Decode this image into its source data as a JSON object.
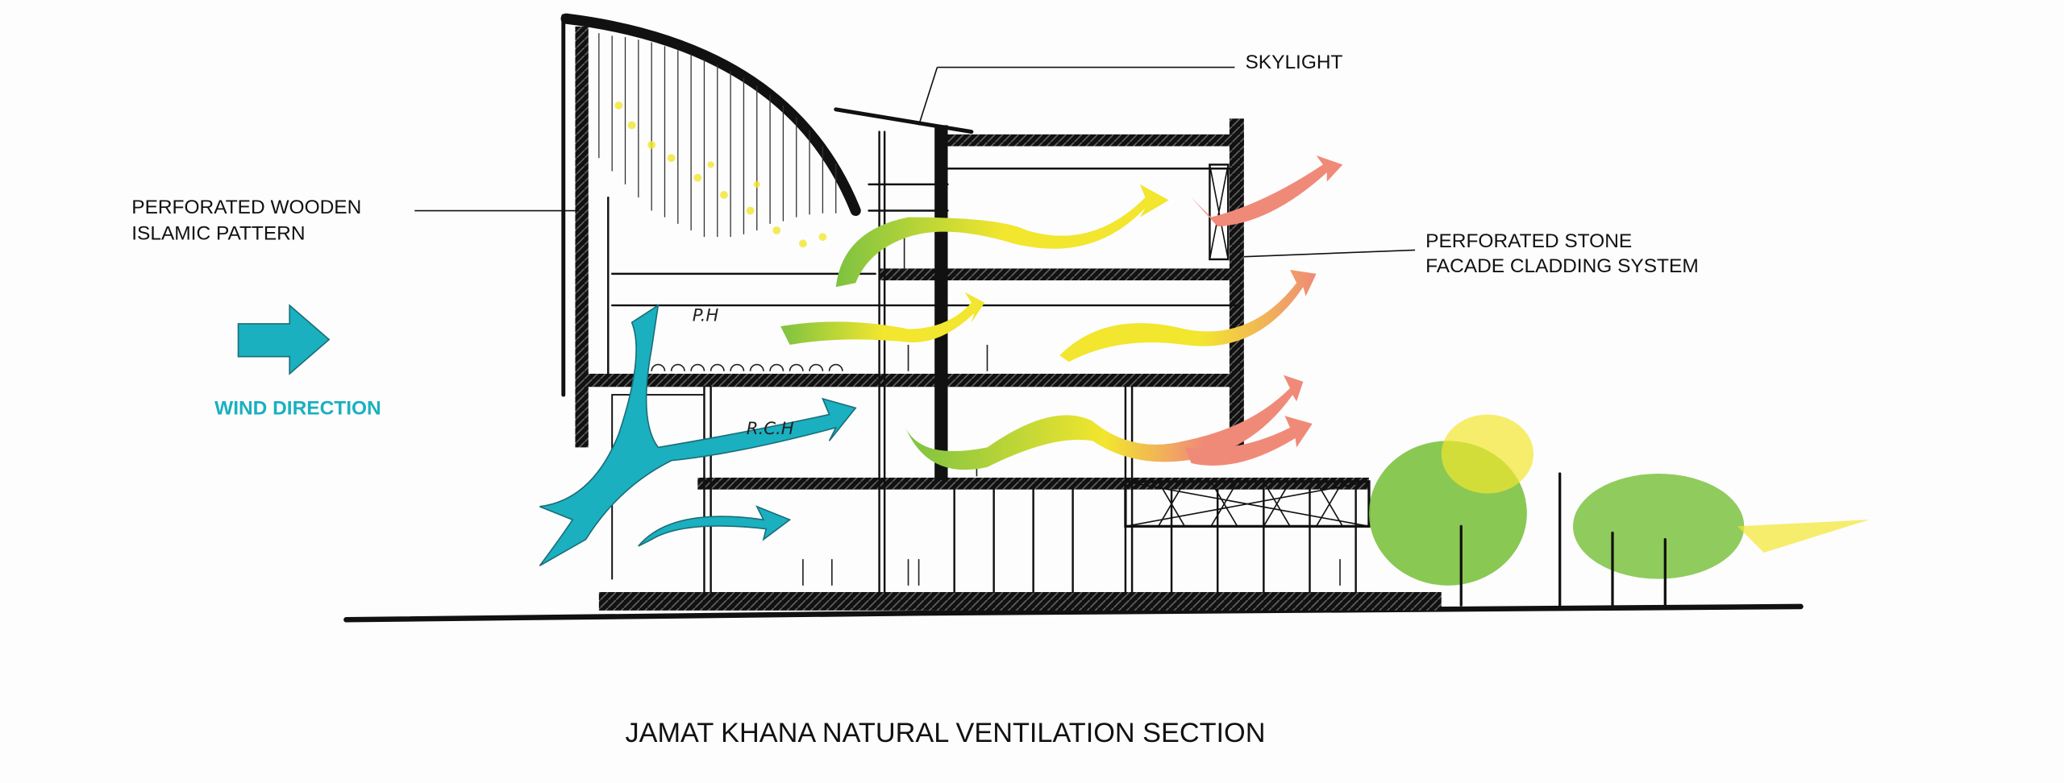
{
  "title": "JAMAT KHANA NATURAL VENTILATION SECTION",
  "labels": {
    "skylight": "SKYLIGHT",
    "wooden_line1": "PERFORATED WOODEN",
    "wooden_line2": "ISLAMIC PATTERN",
    "stone_line1": "PERFORATED STONE",
    "stone_line2": "FACADE CLADDING SYSTEM",
    "wind_direction": "WIND DIRECTION",
    "room_upper": "P.H",
    "room_lower": "R.C.H"
  },
  "colors": {
    "wind": "#1ab0c0",
    "green": "#7dc241",
    "yellow": "#f2e62e",
    "salmon": "#f08a78"
  }
}
